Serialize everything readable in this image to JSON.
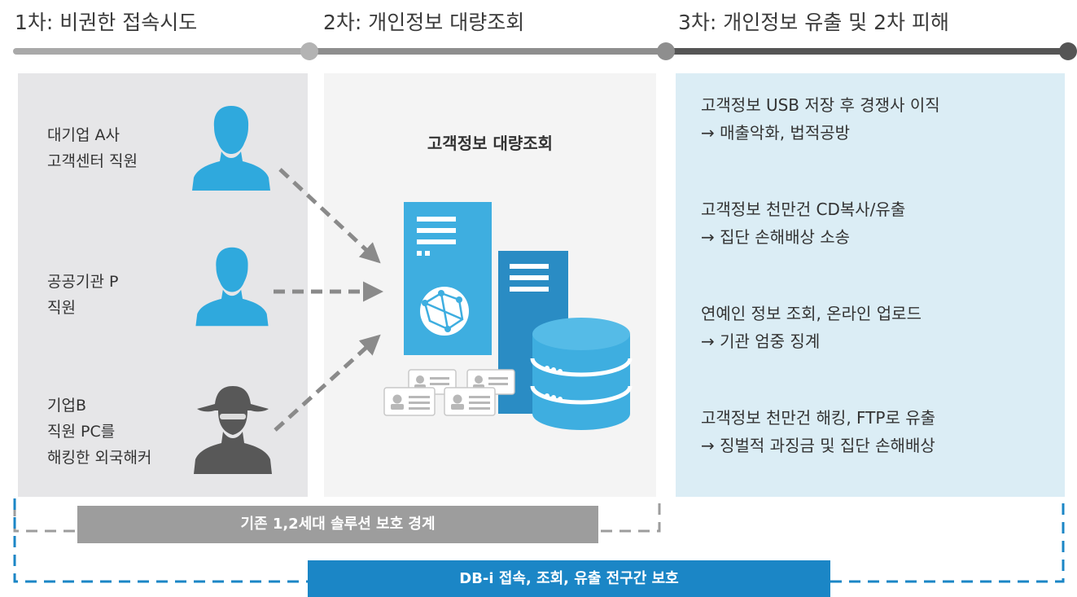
{
  "phases": [
    {
      "label": "1차: 비권한 접속시도"
    },
    {
      "label": "2차: 개인정보 대량조회"
    },
    {
      "label": "3차: 개인정보 유출 및 2차 피해"
    }
  ],
  "actors": [
    {
      "lines": [
        "대기업 A사",
        "고객센터 직원"
      ],
      "icon": "user-icon"
    },
    {
      "lines": [
        "공공기관 P",
        "직원"
      ],
      "icon": "user-icon"
    },
    {
      "lines": [
        "기업B",
        "직원 PC를",
        "해킹한 외국해커"
      ],
      "icon": "hacker-icon"
    }
  ],
  "center_title": "고객정보 대량조회",
  "outcomes": [
    {
      "title": "고객정보 USB 저장 후 경쟁사 이직",
      "result": "→ 매출악화, 법적공방"
    },
    {
      "title": "고객정보 천만건 CD복사/유출",
      "result": "→ 집단 손해배상 소송"
    },
    {
      "title": "연예인 정보 조회, 온라인 업로드",
      "result": "→ 기관 엄중 징계"
    },
    {
      "title": "고객정보 천만건 해킹, FTP로 유출",
      "result": "→ 징벌적 과징금 및 집단 손해배상"
    }
  ],
  "bars": {
    "legacy": "기존 1,2세대 솔루션 보호 경계",
    "dbi": "DB-i 접속, 조회, 유출 전구간 보호"
  },
  "colors": {
    "panel_grey": "#e6e6e8",
    "panel_light": "#f4f4f4",
    "panel_blue": "#dbedf5",
    "icon_blue": "#2fa9dd",
    "hacker": "#585858",
    "arrow": "#8a8a8a",
    "legacy_bar": "#9d9d9d",
    "dbi_bar": "#1b86c6",
    "dbi_line": "#1b86c6"
  }
}
